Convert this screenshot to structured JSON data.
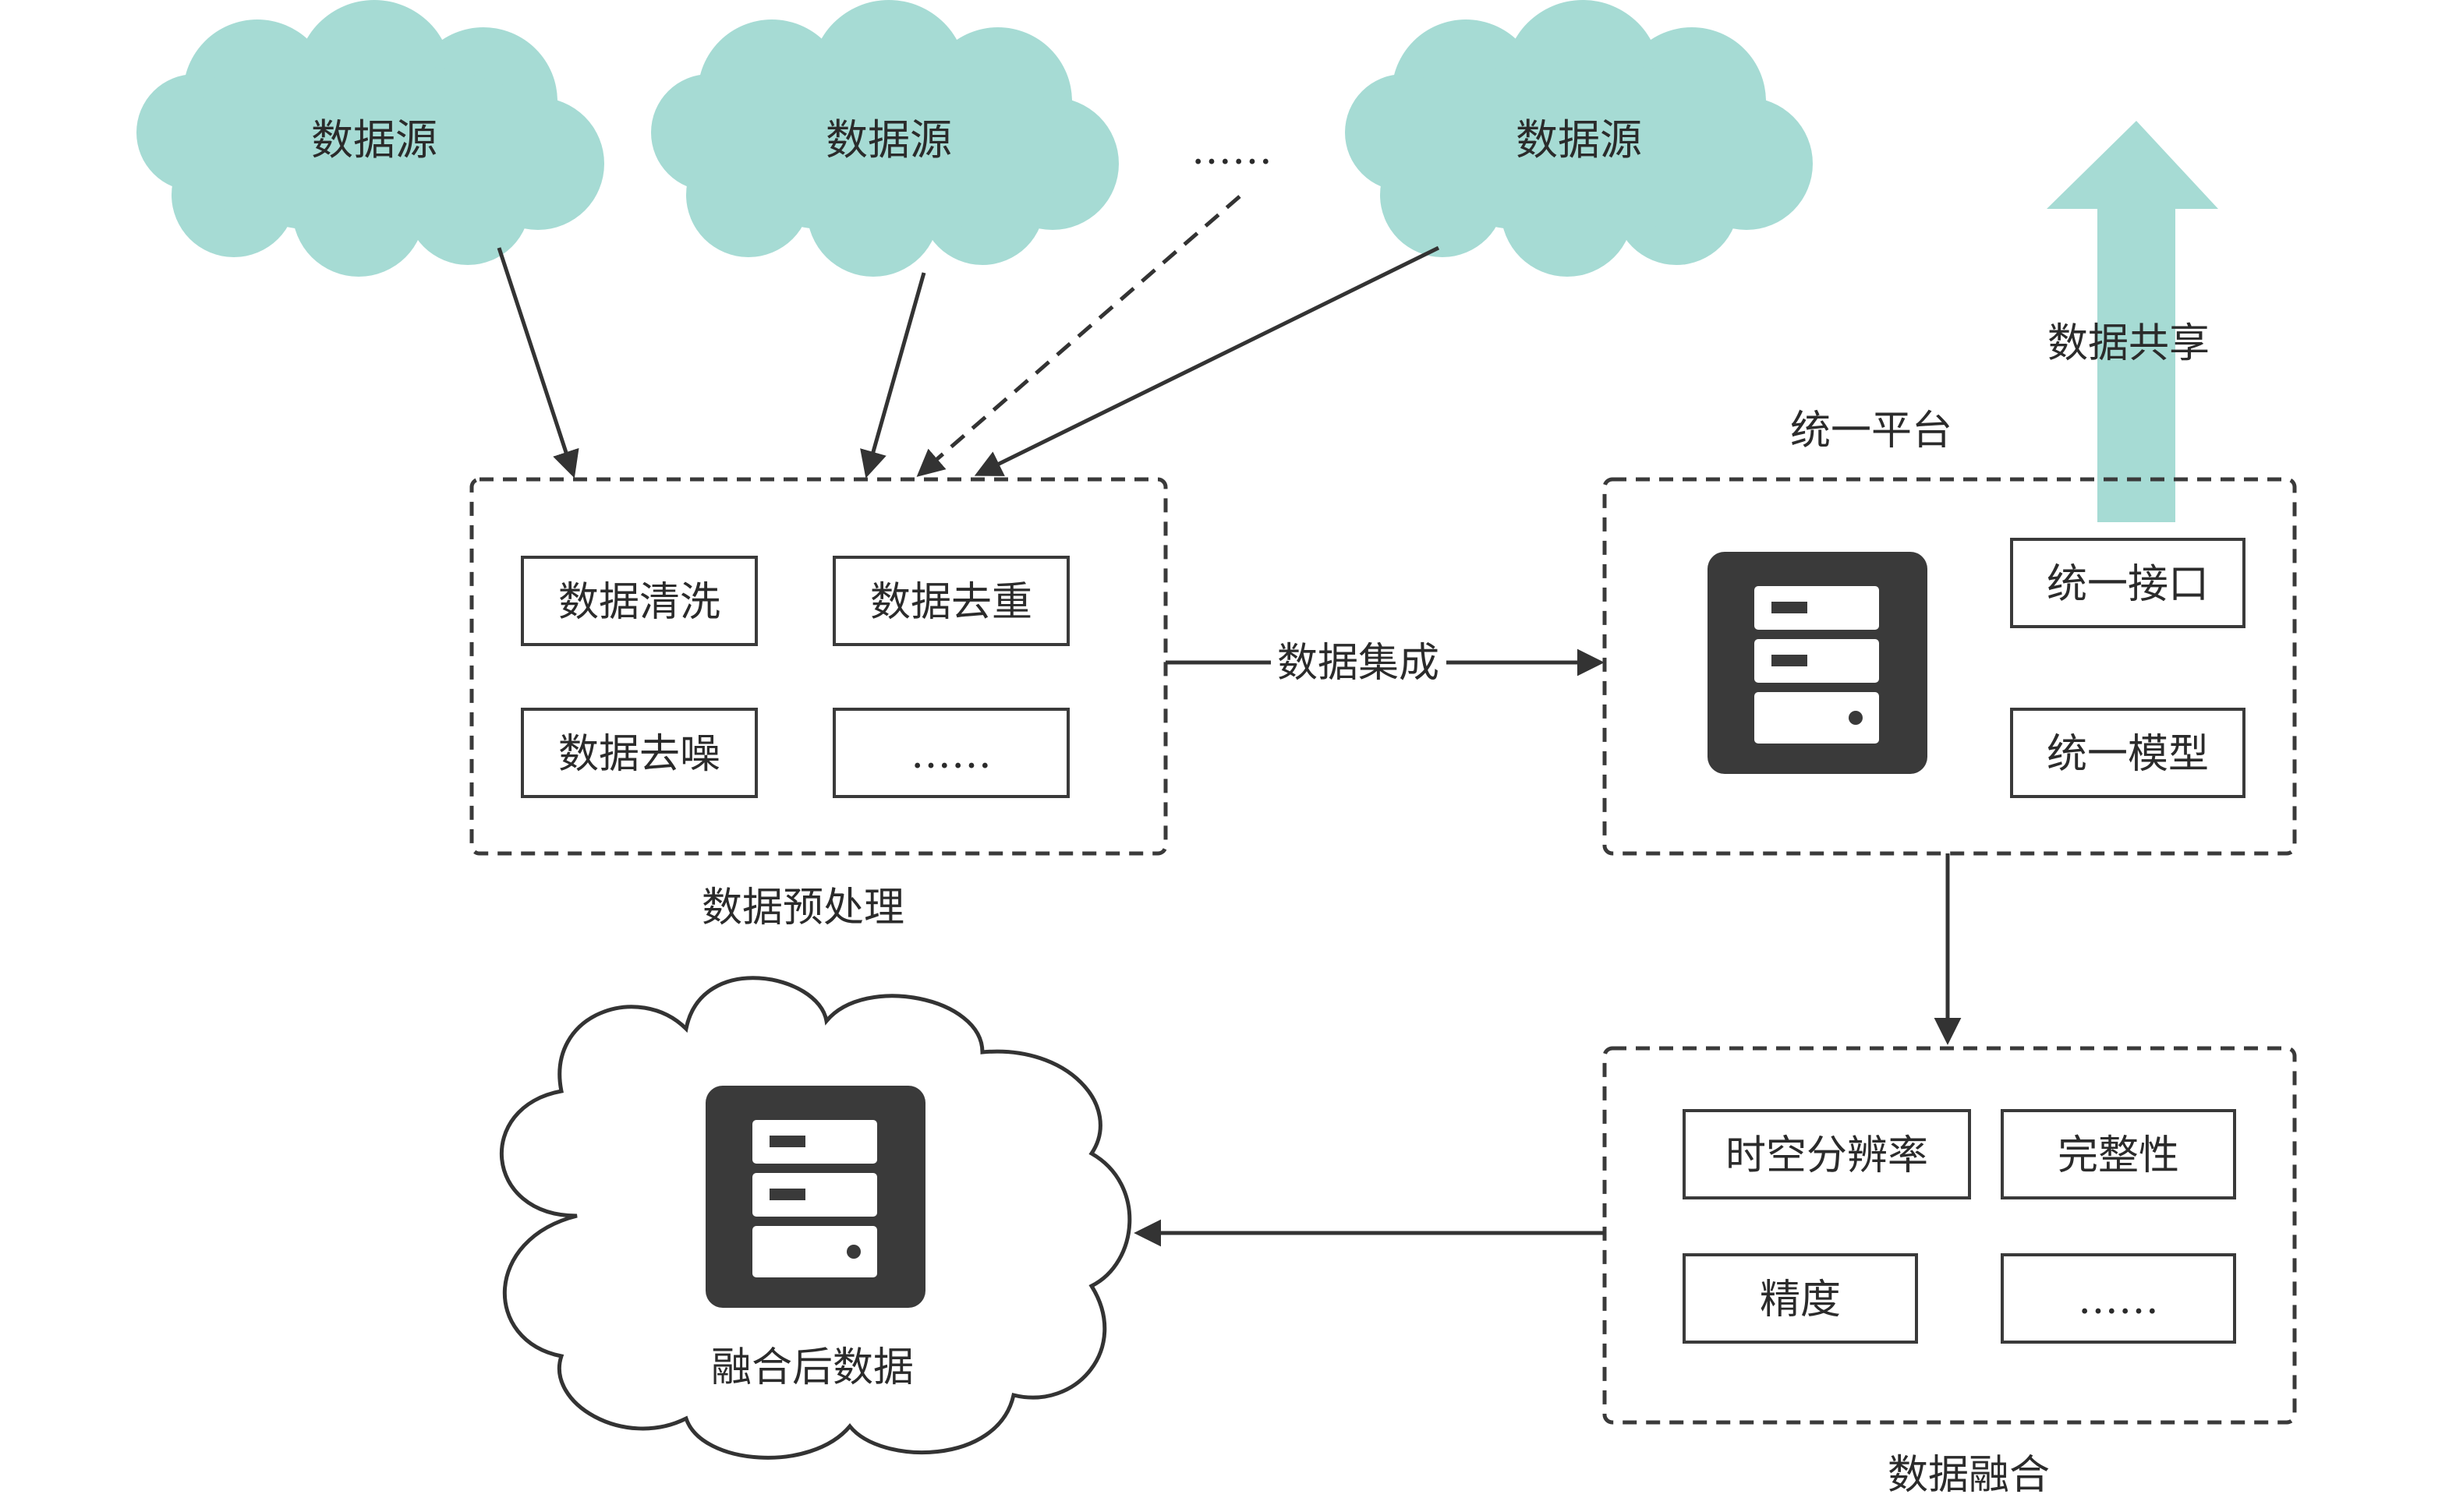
{
  "colors": {
    "cloud_fill": "#a6dbd4",
    "share_arrow": "#a6dbd4",
    "server_dark": "#3a3a3a",
    "line": "#333333"
  },
  "sources": {
    "items": [
      "数据源",
      "数据源",
      "数据源"
    ],
    "ellipsis": "……"
  },
  "preprocess": {
    "caption": "数据预处理",
    "items": [
      "数据清洗",
      "数据去重",
      "数据去噪",
      "……"
    ]
  },
  "integration_label": "数据集成",
  "platform": {
    "caption": "统一平台",
    "items": [
      "统一接口",
      "统一模型"
    ],
    "server_icon": "server-icon"
  },
  "sharing_label": "数据共享",
  "fusion": {
    "caption": "数据融合",
    "items": [
      "时空分辨率",
      "完整性",
      "精度",
      "……"
    ]
  },
  "fused_data": {
    "label": "融合后数据",
    "server_icon": "server-icon"
  }
}
